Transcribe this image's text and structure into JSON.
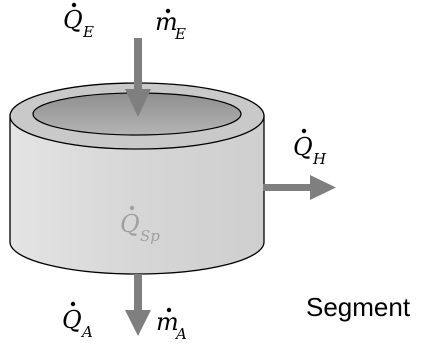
{
  "diagram": {
    "title": "Segment",
    "inflow_heat": {
      "symbol": "Q",
      "subscript": "E"
    },
    "inflow_mass": {
      "symbol": "m",
      "subscript": "E"
    },
    "heat_loss": {
      "symbol": "Q",
      "subscript": "H"
    },
    "stored_heat": {
      "symbol": "Q",
      "subscript": "Sp"
    },
    "outflow_heat": {
      "symbol": "Q",
      "subscript": "A"
    },
    "outflow_mass": {
      "symbol": "m",
      "subscript": "A"
    }
  },
  "colors": {
    "cylinder_body": "#dcdcdc",
    "cylinder_rim": "#a9a9a9",
    "arrow": "#7f7f7f",
    "stored_label": "#a0a0a0"
  }
}
